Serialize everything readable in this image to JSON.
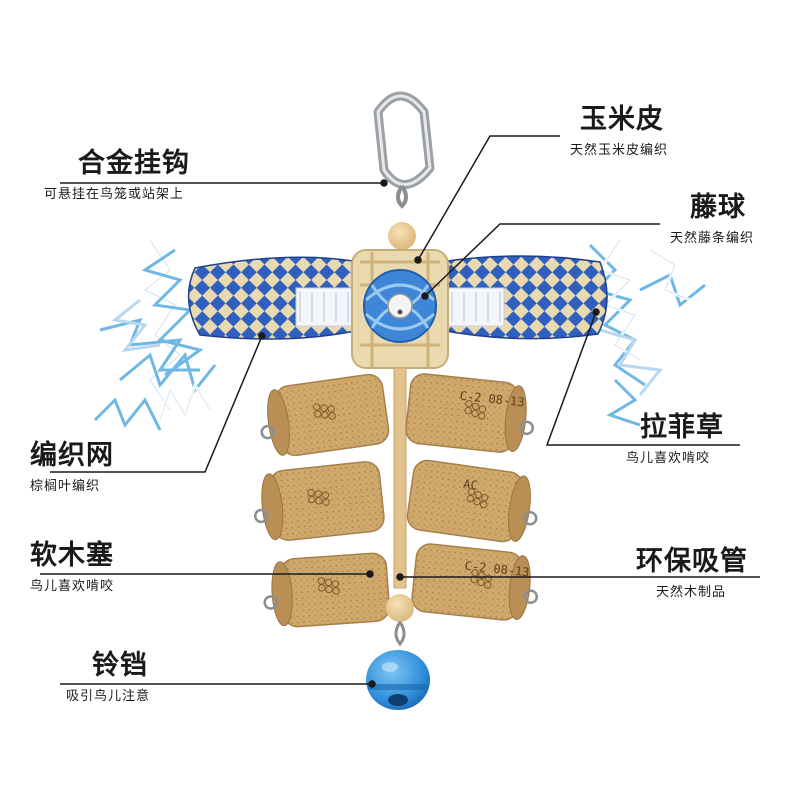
{
  "labels": {
    "hook": {
      "title": "合金挂钩",
      "sub": "可悬挂在鸟笼或站架上"
    },
    "cornhusk": {
      "title": "玉米皮",
      "sub": "天然玉米皮编织"
    },
    "rattan": {
      "title": "藤球",
      "sub": "天然藤条编织"
    },
    "net": {
      "title": "编织网",
      "sub": "棕榈叶编织"
    },
    "raffia": {
      "title": "拉菲草",
      "sub": "鸟儿喜欢啃咬"
    },
    "cork": {
      "title": "软木塞",
      "sub": "鸟儿喜欢啃咬"
    },
    "straw": {
      "title": "环保吸管",
      "sub": "天然木制品"
    },
    "bell": {
      "title": "铃铛",
      "sub": "吸引鸟儿注意"
    }
  },
  "cork_prints": [
    "C-2 08-13",
    "AC",
    "C-2 08-13",
    "C-2 08-13"
  ],
  "colors": {
    "blue": "#3b7fd6",
    "cork": "#c9a46a",
    "wood": "#e2c28d",
    "bell": "#2f8fdc",
    "shred": "#6fb8e6"
  }
}
